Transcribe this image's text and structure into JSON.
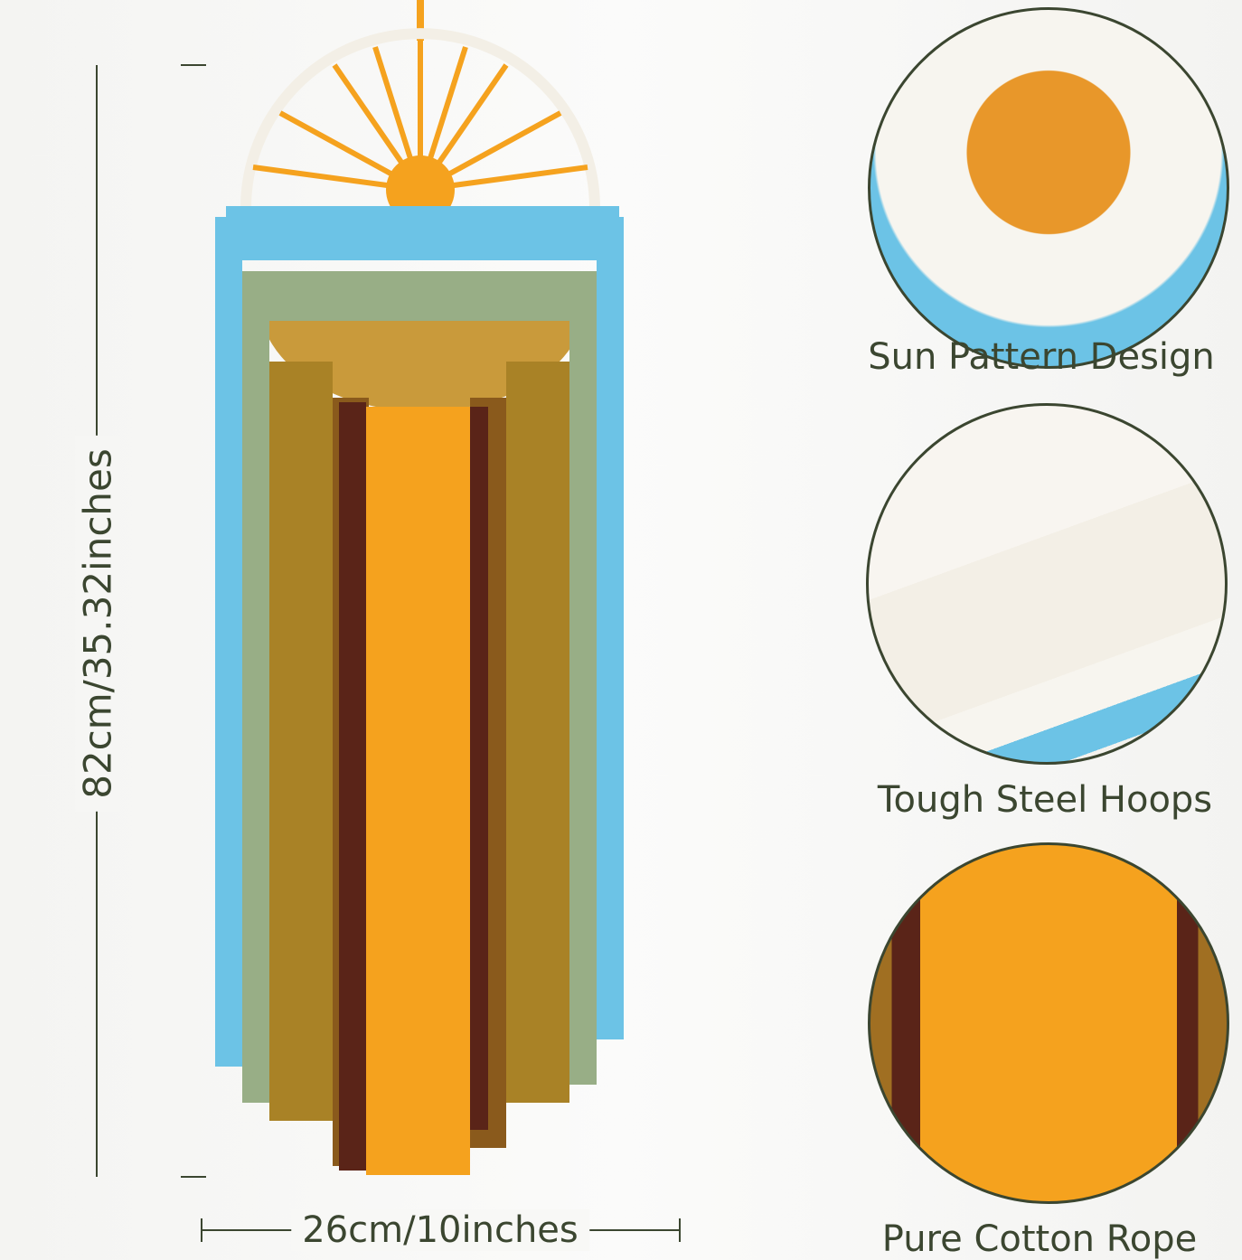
{
  "dimensions": {
    "height_label": "82cm/35.32inches",
    "width_label": "26cm/10inches"
  },
  "features": [
    {
      "label": "Sun Pattern Design",
      "icon": "sun-closeup-photo"
    },
    {
      "label": "Tough Steel Hoops",
      "icon": "hoop-closeup-photo"
    },
    {
      "label": "Pure Cotton Rope",
      "icon": "rope-closeup-photo"
    }
  ],
  "colors": {
    "text": "#3b4630",
    "orange": "#f5a21e",
    "blue": "#6cc3e6",
    "sage": "#98ae86",
    "ochre": "#a98226",
    "brown": "#8a5a1c",
    "maroon": "#5a2418",
    "white": "#f3efe6"
  }
}
